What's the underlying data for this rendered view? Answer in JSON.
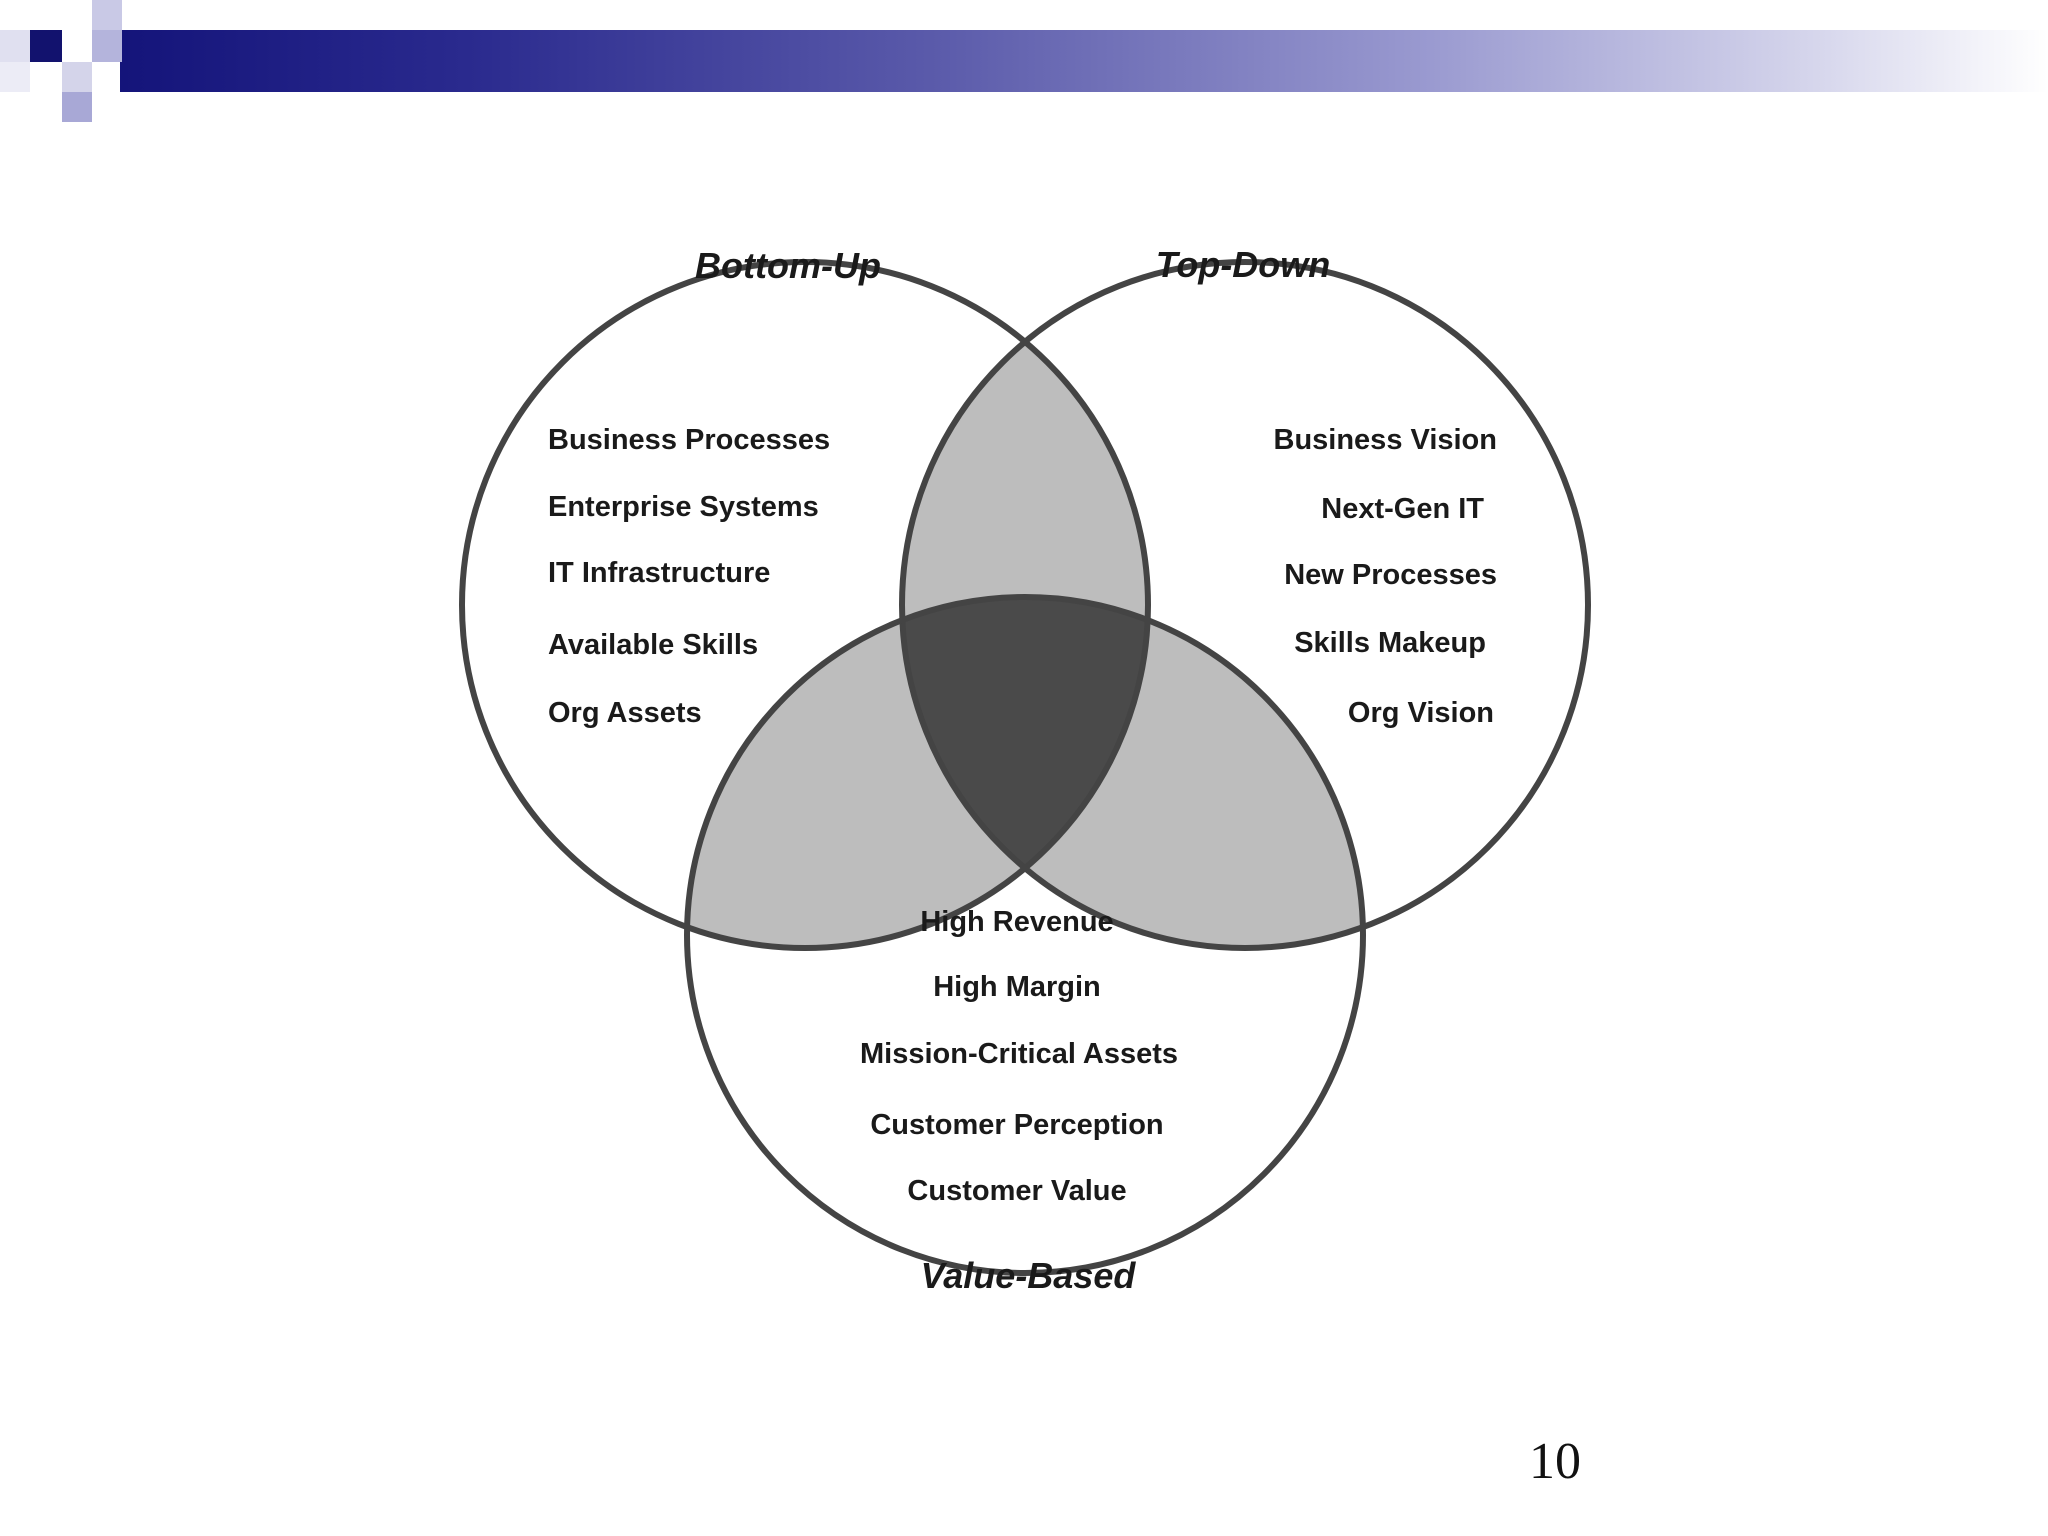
{
  "header": {
    "accent_color": "#14147a",
    "decoration": "checkered-squares-gradient-bar"
  },
  "diagram": {
    "type": "venn-3",
    "circles": [
      {
        "title": "Bottom-Up",
        "items": [
          "Business Processes",
          "Enterprise Systems",
          "IT Infrastructure",
          "Available Skills",
          "Org Assets"
        ]
      },
      {
        "title": "Top-Down",
        "items": [
          "Business Vision",
          "Next-Gen IT",
          "New Processes",
          "Skills Makeup",
          "Org Vision"
        ]
      },
      {
        "title": "Value-Based",
        "items": [
          "High Revenue",
          "High Margin",
          "Mission-Critical Assets",
          "Customer Perception",
          "Customer Value"
        ]
      }
    ],
    "colors": {
      "outline": "#444444",
      "pair_overlap": "#bdbdbd",
      "center_overlap": "#4a4a4a"
    }
  },
  "footer": {
    "page_number": "10"
  }
}
